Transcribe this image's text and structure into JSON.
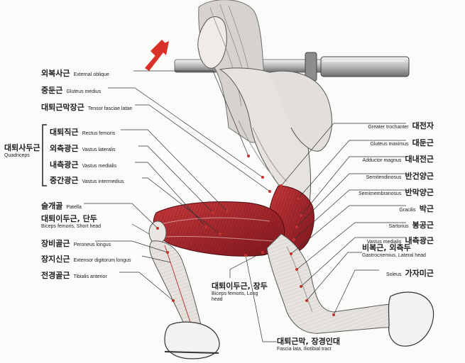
{
  "diagram": {
    "left_labels": [
      {
        "ko": "외복사근",
        "en": "External oblique"
      },
      {
        "ko": "중둔근",
        "en": "Gluteus medius"
      },
      {
        "ko": "대퇴근막장근",
        "en": "Tensor fasciae latae"
      },
      {
        "ko": "대퇴직근",
        "en": "Rectus femoris"
      },
      {
        "ko": "외측광근",
        "en": "Vastus lateralis"
      },
      {
        "ko": "내측광근",
        "en": "Vastus medialis"
      },
      {
        "ko": "중간광근",
        "en": "Vastus intermedius"
      },
      {
        "ko": "슬개골",
        "en": "Patella"
      },
      {
        "ko": "대퇴이두근, 단두",
        "en": "Biceps femoris, Short head"
      },
      {
        "ko": "장비골근",
        "en": "Peroneus longus"
      },
      {
        "ko": "장지신근",
        "en": "Extensor digitorum longus"
      },
      {
        "ko": "전경골근",
        "en": "Tibialis anterior"
      }
    ],
    "quadriceps_group": {
      "ko": "대퇴사두근",
      "en": "Quadriceps"
    },
    "right_labels": [
      {
        "en": "Greater trochanter",
        "ko": "대전자"
      },
      {
        "en": "Gluteus maximus",
        "ko": "대둔근"
      },
      {
        "en": "Adductor magnus",
        "ko": "대내전근"
      },
      {
        "en": "Semitendinosus",
        "ko": "반건양근"
      },
      {
        "en": "Semimembranosus",
        "ko": "반막양근"
      },
      {
        "en": "Gracilis",
        "ko": "박근"
      },
      {
        "en": "Sartorius",
        "ko": "봉공근"
      },
      {
        "en": "Vastus medialis",
        "ko": "내측광근"
      },
      {
        "ko": "비복근, 외측두",
        "en": "Gastrocnemius, Lateral head"
      },
      {
        "en": "Soleus",
        "ko": "가자미근"
      }
    ],
    "center_labels": [
      {
        "ko": "대퇴이두근, 장두",
        "en": "Biceps femoris, Long head"
      },
      {
        "ko": "대퇴근막, 장경인대",
        "en": "Fascia lata, Iliotibial tract"
      }
    ],
    "colors": {
      "accent_arrow": "#d9302a",
      "muscle_red": "#b3262e",
      "skin": "#e9e6e1",
      "ink": "#3a3a3a"
    }
  }
}
